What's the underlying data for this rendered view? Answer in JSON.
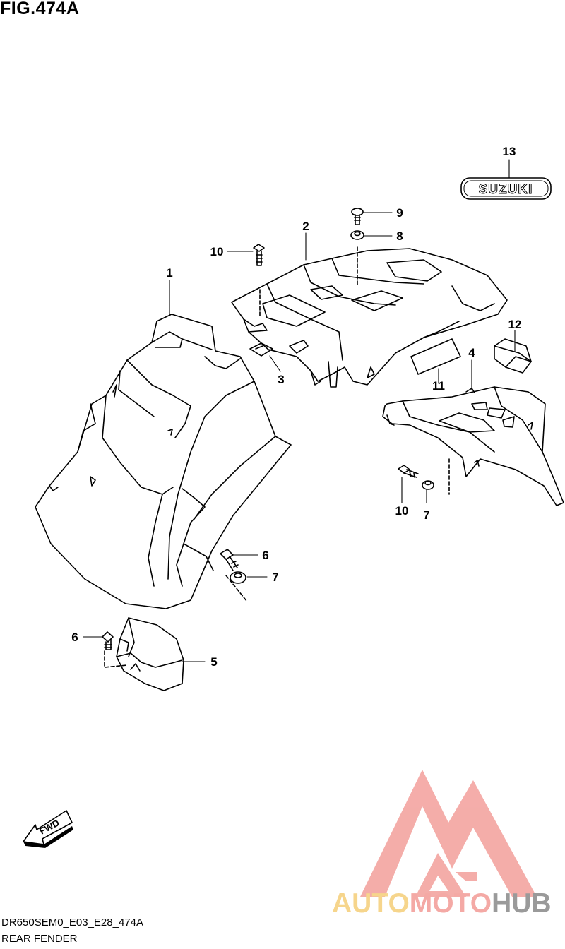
{
  "figure": {
    "title": "FIG.474A",
    "code": "DR650SEM0_E03_E28_474A",
    "name": "REAR FENDER"
  },
  "callouts": {
    "c1": "1",
    "c2": "2",
    "c3": "3",
    "c4": "4",
    "c5": "5",
    "c6a": "6",
    "c6b": "6",
    "c7a": "7",
    "c7b": "7",
    "c8": "8",
    "c9": "9",
    "c10a": "10",
    "c10b": "10",
    "c11": "11",
    "c12": "12",
    "c13": "13"
  },
  "emblem": {
    "text": "SUZUKI"
  },
  "direction_arrow": {
    "text": "FWD"
  },
  "watermark": {
    "part1": "AUTO",
    "part2": "MOTO",
    "part3": "HUB",
    "colors": {
      "auto": "#f6d58c",
      "moto": "#f4a9a5",
      "hub": "#9a9a9a",
      "triangle": "#f4a9a5"
    }
  }
}
